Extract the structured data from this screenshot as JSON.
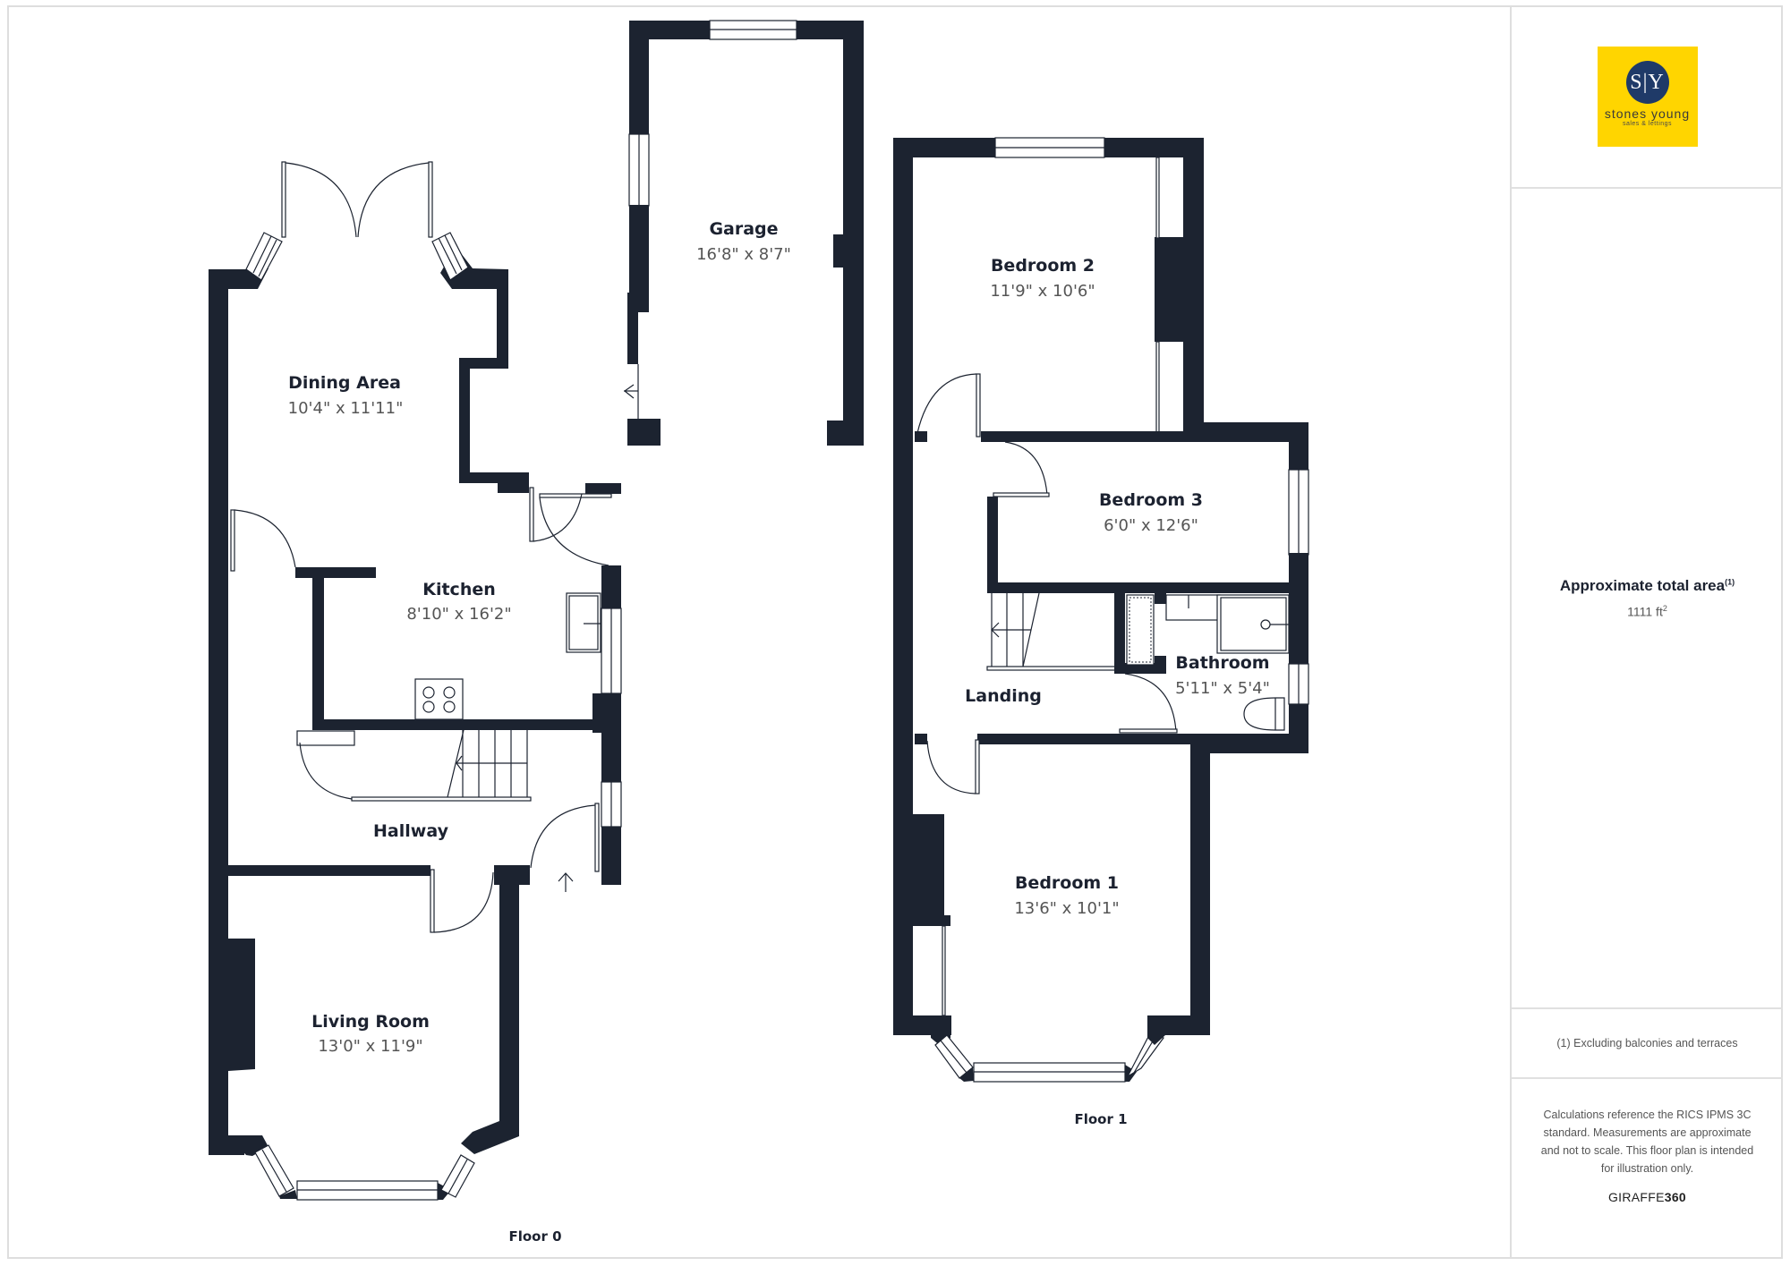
{
  "floors": [
    {
      "label": "Floor 0",
      "rooms": [
        {
          "name": "Dining Area",
          "dimensions": "10'4\" x 11'11\""
        },
        {
          "name": "Kitchen",
          "dimensions": "8'10\" x 16'2\""
        },
        {
          "name": "Hallway",
          "dimensions": ""
        },
        {
          "name": "Living Room",
          "dimensions": "13'0\" x 11'9\""
        },
        {
          "name": "Garage",
          "dimensions": "16'8\" x 8'7\""
        }
      ]
    },
    {
      "label": "Floor 1",
      "rooms": [
        {
          "name": "Bedroom 2",
          "dimensions": "11'9\" x 10'6\""
        },
        {
          "name": "Bedroom 3",
          "dimensions": "6'0\" x 12'6\""
        },
        {
          "name": "Bathroom",
          "dimensions": "5'11\" x 5'4\""
        },
        {
          "name": "Landing",
          "dimensions": ""
        },
        {
          "name": "Bedroom 1",
          "dimensions": "13'6\" x 10'1\""
        }
      ]
    }
  ],
  "sidebar": {
    "logo": {
      "monogram": "S|Y",
      "name": "stones young",
      "tagline": "sales & lettings",
      "background_color": "#FFD500",
      "circle_color": "#1F3A68"
    },
    "area": {
      "title": "Approximate total area",
      "footnote_marker": "(1)",
      "value": "1111 ft",
      "unit_superscript": "2"
    },
    "footnote": "(1) Excluding balconies and terraces",
    "disclaimer": "Calculations reference the RICS IPMS 3C standard. Measurements are approximate and not to scale. This floor plan is intended for illustration only.",
    "brand": {
      "prefix": "GIRAFFE",
      "suffix": "360"
    }
  },
  "colors": {
    "wall": "#1C2330",
    "room_name": "#1C2230",
    "room_dimensions": "#555555",
    "frame_border": "#DEDEDE"
  }
}
